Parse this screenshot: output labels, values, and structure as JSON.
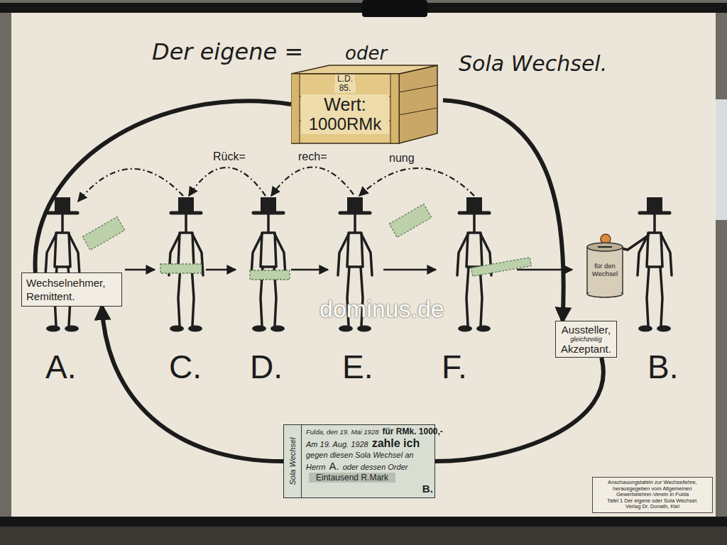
{
  "diagram": {
    "nodes": [
      {
        "text": [
          "L.D.",
          "85.",
          "Wert:",
          "1000RMk"
        ]
      },
      {
        "text": [
          "Wechselnehmer, Remittent."
        ]
      },
      {
        "text": [
          "für den Wechsel"
        ]
      },
      {
        "text": [
          "Aussteller,",
          "gleichzeitig",
          "Akzeptant."
        ]
      },
      {
        "text": [
          "Sola Wechsel",
          "Fulda, den 19. Mai 1928",
          "für RMk. 1000,-",
          "Am 19. Aug. 1928",
          "zahle ich",
          "gegen diesen Sola Wechsel an",
          "Herrn",
          "A.",
          "oder dessen Order",
          "Eintausend R.Mark",
          "B."
        ]
      },
      {
        "text": [
          "Anschauungstafeln zur Wechsellehre,",
          "herausgegeben vom Allgemeinen Gewerbelehrer-Verein in Fulda",
          "Tafel 1 Der eigene oder Sola Wechsel.",
          "Verlag Dr. Donath, Kiel"
        ]
      }
    ],
    "edges": [
      {
        "from": 1,
        "to": 0,
        "arrow": "none"
      },
      {
        "from": 0,
        "to": 3,
        "arrow": "to"
      },
      {
        "from": 3,
        "to": 4,
        "arrow": "none"
      },
      {
        "from": 4,
        "to": 1,
        "arrow": "to"
      }
    ],
    "labels": [
      "Der eigene =",
      "oder",
      "Sola Wechsel.",
      "Rück=",
      "rech=",
      "nung",
      "A.",
      "C.",
      "D.",
      "E.",
      "F.",
      "B.",
      "dominus.de"
    ]
  }
}
